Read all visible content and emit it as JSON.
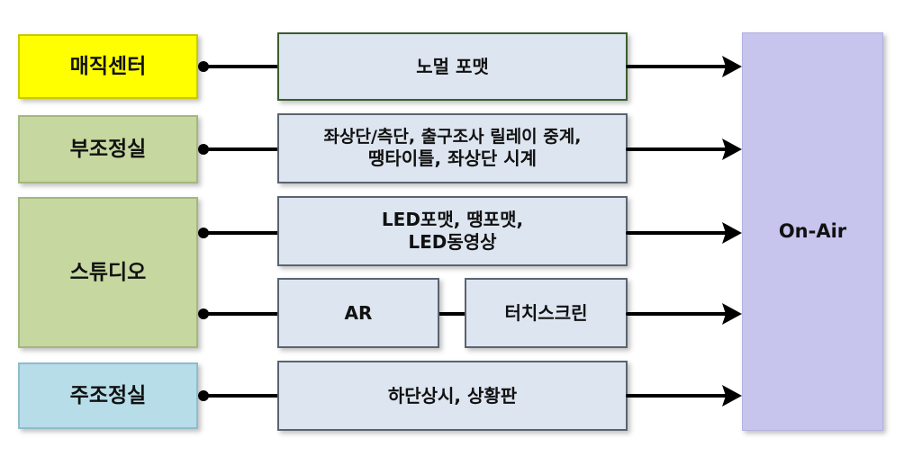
{
  "sources": {
    "magic_center": "매직센터",
    "sub_control": "부조정실",
    "studio": "스튜디오",
    "master_control": "주조정실"
  },
  "processes": {
    "normal_format": "노멀 포맷",
    "sub_graphics_line1": "좌상단/측단, 출구조사 릴레이 중계,",
    "sub_graphics_line2": "땡타이틀, 좌상단 시계",
    "led_line1": "LED포맷, 땡포맷,",
    "led_line2": "LED동영상",
    "ar": "AR",
    "touchscreen": "터치스크린",
    "lower_third": "하단상시, 상황판"
  },
  "output": {
    "on_air": "On-Air"
  },
  "colors": {
    "magic_center": "#ffff00",
    "green": "#c6d7a0",
    "blue": "#b7dde8",
    "process": "#dde5f0",
    "output": "#c7c5ee"
  }
}
